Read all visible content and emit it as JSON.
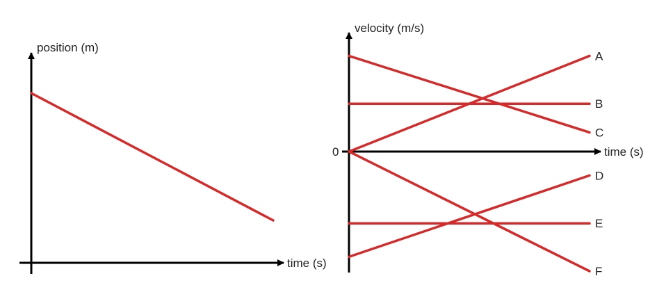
{
  "chart_data": [
    {
      "type": "line",
      "title": "",
      "xlabel": "time (s)",
      "ylabel": "position (m)",
      "grid": false,
      "legend": "none",
      "colors": {
        "line": "#d42a2a",
        "axis": "#000000"
      },
      "series": [
        {
          "x": [
            0,
            1
          ],
          "y": [
            1.0,
            0.25
          ]
        }
      ]
    },
    {
      "type": "line",
      "title": "",
      "xlabel": "time (s)",
      "ylabel": "velocity (m/s)",
      "origin_label": "0",
      "grid": false,
      "legend": "line-end labels",
      "colors": {
        "line": "#d42a2a",
        "axis": "#000000"
      },
      "series": [
        {
          "name": "A",
          "x": [
            0,
            1
          ],
          "y": [
            0,
            2
          ]
        },
        {
          "name": "B",
          "x": [
            0,
            1
          ],
          "y": [
            1,
            1
          ]
        },
        {
          "name": "C",
          "x": [
            0,
            1
          ],
          "y": [
            2,
            0.4
          ]
        },
        {
          "name": "D",
          "x": [
            0,
            1
          ],
          "y": [
            -2.2,
            -0.5
          ]
        },
        {
          "name": "E",
          "x": [
            0,
            1
          ],
          "y": [
            -1.5,
            -1.5
          ]
        },
        {
          "name": "F",
          "x": [
            0,
            1
          ],
          "y": [
            0,
            -2.5
          ]
        }
      ]
    }
  ]
}
